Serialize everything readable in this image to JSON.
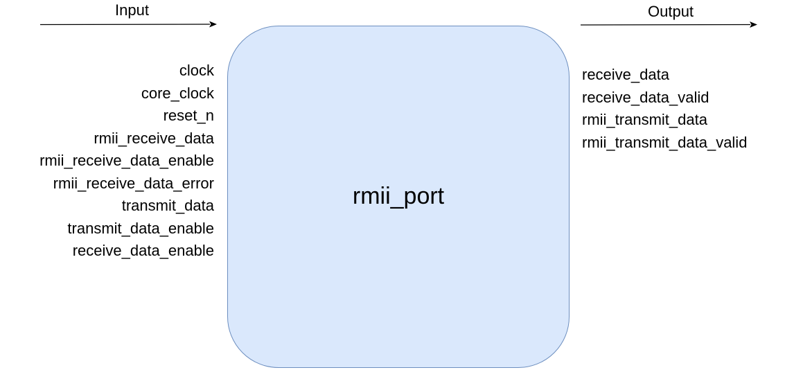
{
  "input_heading": "Input",
  "output_heading": "Output",
  "block_label": "rmii_port",
  "inputs": [
    "clock",
    "core_clock",
    "reset_n",
    "rmii_receive_data",
    "rmii_receive_data_enable",
    "rmii_receive_data_error",
    "transmit_data",
    "transmit_data_enable",
    "receive_data_enable"
  ],
  "outputs": [
    "receive_data",
    "receive_data_valid",
    "rmii_transmit_data",
    "rmii_transmit_data_valid"
  ],
  "colors": {
    "block_fill": "#dae8fc",
    "block_stroke": "#6c8ebf",
    "text": "#000000"
  }
}
